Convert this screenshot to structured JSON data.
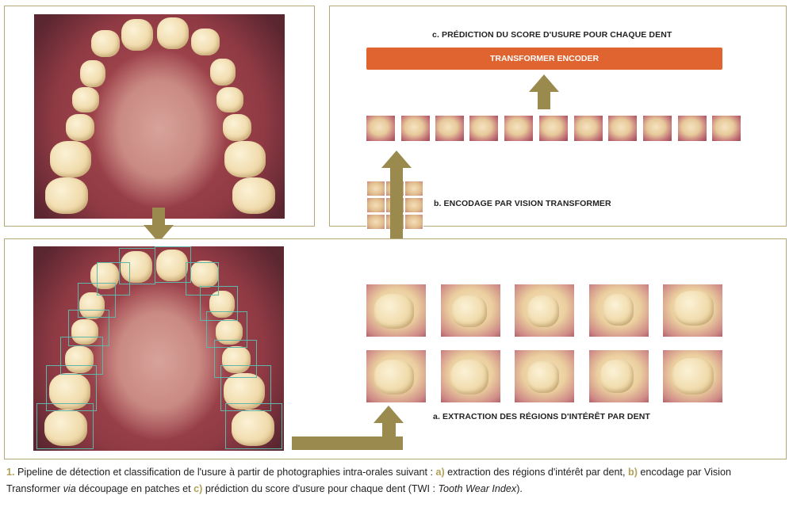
{
  "labels": {
    "c": "c. PRÉDICTION DU SCORE D'USURE POUR CHAQUE DENT",
    "encoder": "TRANSFORMER ENCODER",
    "b": "b. ENCODAGE PAR VISION TRANSFORMER",
    "a": "a. EXTRACTION DES RÉGIONS D'INTÉRÊT PAR DENT"
  },
  "caption": {
    "number": "1.",
    "part1": " Pipeline de détection et classification de l'usure à partir de photographies intra-orales suivant : ",
    "key_a": "a)",
    "part2": " extraction des régions d'intérêt par dent, ",
    "key_b": "b)",
    "part3": " encodage par Vision Transformer ",
    "via": "via",
    "part4": " découpage en patches et ",
    "key_c": "c)",
    "part5": " prédiction du score d'usure pour chaque dent (TWI : ",
    "twi": "Tooth Wear Index",
    "part6": ")."
  },
  "colors": {
    "panel_border": "#b5a878",
    "arrow": "#9a8a4e",
    "encoder_bar": "#e0642f",
    "roi_box": "#5fb7ac",
    "caption_key": "#b0a15a"
  }
}
